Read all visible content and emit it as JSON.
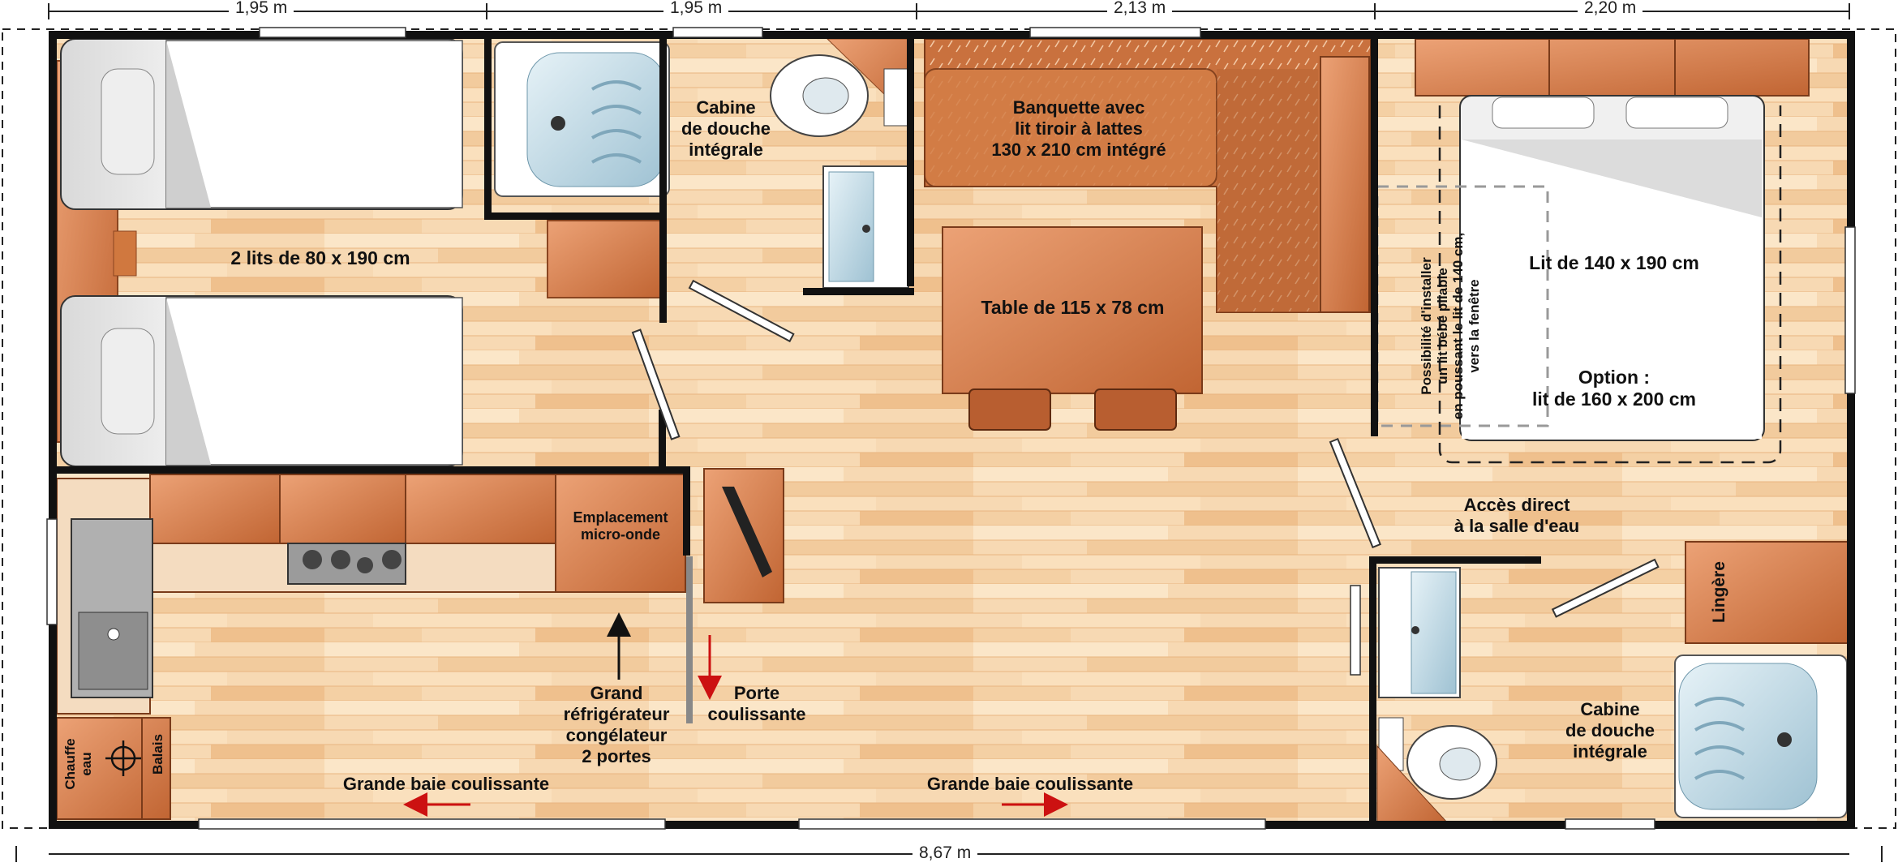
{
  "dimensions": {
    "top": [
      "1,95 m",
      "1,95 m",
      "2,13 m",
      "2,20 m"
    ],
    "bottom": "8,67 m"
  },
  "rooms": {
    "twin_bedroom": "2 lits de 80 x 190 cm",
    "shower_room_1": "Cabine\nde douche\nintégrale",
    "bench": "Banquette avec\nlit tiroir à lattes\n130 x 210 cm intégré",
    "table": "Table de 115 x 78 cm",
    "master_bed": "Lit de 140 x 190 cm",
    "cot_note": "Possibilité d'installer\nun lit bébé pliable\nen poussant le lit de 140 cm,\nvers la fenêtre",
    "option": "Option :\nlit de 160 x 200 cm",
    "access": "Accès direct\nà la salle d'eau",
    "microwave": "Emplacement\nmicro-onde",
    "fridge": "Grand\nréfrigérateur\ncongélateur\n2 portes",
    "sliding_door": "Porte\ncoulissante",
    "bay_left": "Grande baie coulissante",
    "bay_right": "Grande baie coulissante",
    "linen": "Lingère",
    "shower_room_2": "Cabine\nde douche\nintégrale",
    "water_heater": "Chauffe\neau",
    "brooms": "Balais"
  },
  "colors": {
    "wall": "#111111",
    "floor_light": "#f8dcb6",
    "floor_dark": "#efc494",
    "furniture": "#d8874f",
    "furniture_dark": "#b85e30",
    "bed": "#ffffff",
    "shower": "#cfe3ec",
    "arrow": "#cc1111"
  }
}
